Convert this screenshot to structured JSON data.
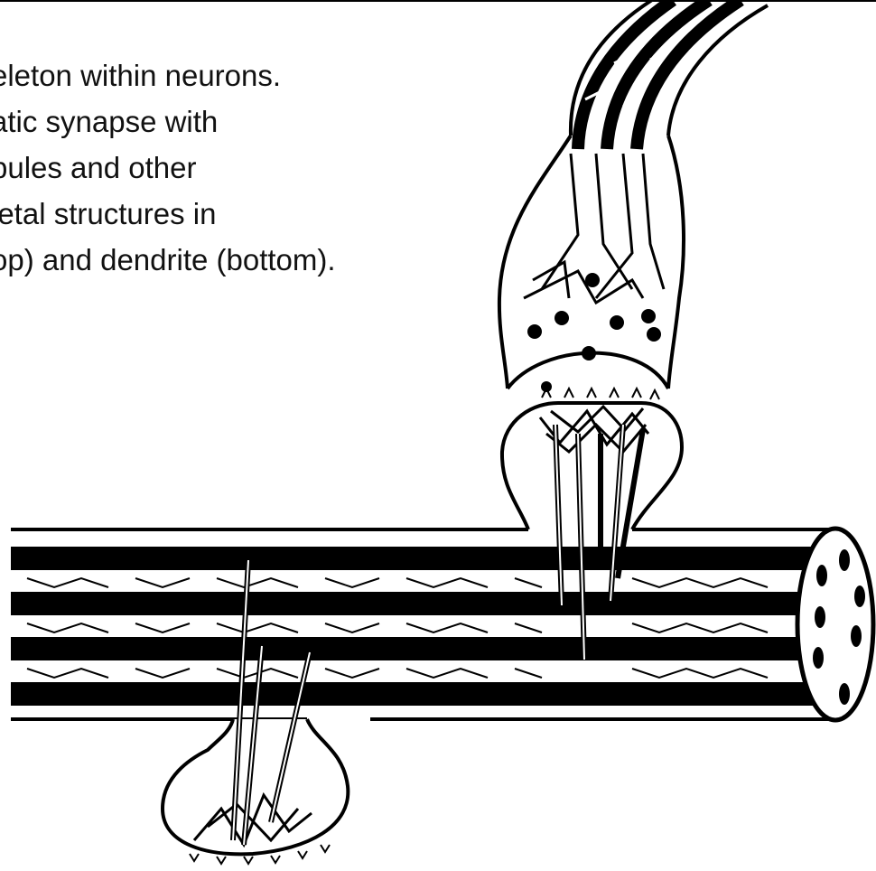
{
  "caption": {
    "lines": [
      "eleton within neurons.",
      "atic synapse with",
      "bules and other",
      "letal structures in",
      "op) and dendrite (bottom)."
    ]
  },
  "colors": {
    "ink": "#000000",
    "paper": "#ffffff"
  },
  "icons": {
    "axon": "axon-icon",
    "dendrite": "dendrite-icon"
  }
}
